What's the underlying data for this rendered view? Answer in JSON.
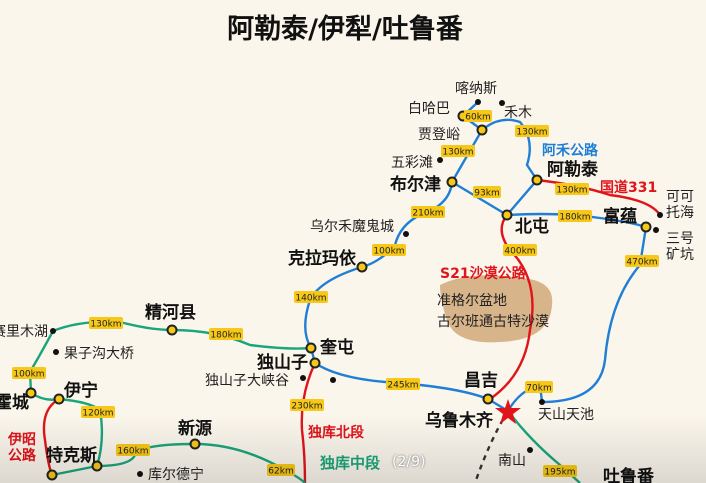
{
  "title": "阿勒泰/伊犁/吐鲁番",
  "slide_counter": "(2/9)",
  "colors": {
    "blue_route": "#1f7fd6",
    "red_route": "#e0141b",
    "green_route": "#1aa57a",
    "km_badge": "#f7c817",
    "desert": "#d7b48a"
  },
  "places": {
    "kanas": "喀纳斯",
    "baihaba": "白哈巴",
    "hemu": "禾木",
    "jiadengyu": "贾登峪",
    "wucaitan": "五彩滩",
    "burqin": "布尔津",
    "altay": "阿勒泰",
    "koktokay": "可可托海",
    "beitun": "北屯",
    "fuyun": "富蕴",
    "no3_pit": "三号矿坑",
    "wuerhe": "乌尔禾魔鬼城",
    "karamay": "克拉玛依",
    "kuitun": "奎屯",
    "dushanzi": "独山子",
    "dushanzi_canyon": "独山子大峡谷",
    "changji": "昌吉",
    "urumqi": "乌鲁木齐",
    "tianchi": "天山天池",
    "nanshan": "南山",
    "turpan": "吐鲁番",
    "sayram": "赛里木湖",
    "jinghe": "精河县",
    "guozigou": "果子沟大桥",
    "huocheng": "霍城",
    "yining": "伊宁",
    "tekes": "特克斯",
    "xinyuan": "新源",
    "kurdening": "库尔德宁",
    "junggar": "准格尔盆地",
    "gurbantunggut": "古尔班通古特沙漠"
  },
  "roads": {
    "ahe": "阿禾公路",
    "g331": "国道331",
    "s21": "S21沙漠公路",
    "duku_north": "独库北段",
    "duku_mid": "独库中段",
    "yizhao": "伊昭公路"
  },
  "distances": {
    "kanas_hemu": "60km",
    "hemu_altay": "130km",
    "jiadengyu_burqin": "130km",
    "burqin_beitun": "93km",
    "altay_g331": "130km",
    "beitun_fuyun": "180km",
    "burqin_wuerhe": "210km",
    "wuerhe_karamay": "100km",
    "beitun_s21": "400km",
    "fuyun_tianchi": "470km",
    "karamay_kuitun": "140km",
    "kuitun_changji": "245km",
    "tianchi": "70km",
    "duku_north": "230km",
    "nanshan_turpan": "195km",
    "sayram_jinghe": "130km",
    "jinghe_kuitun": "180km",
    "sayram_huocheng": "100km",
    "yining_tekes": "120km",
    "tekes_xinyuan": "160km",
    "xinyuan_duku": "62km"
  }
}
